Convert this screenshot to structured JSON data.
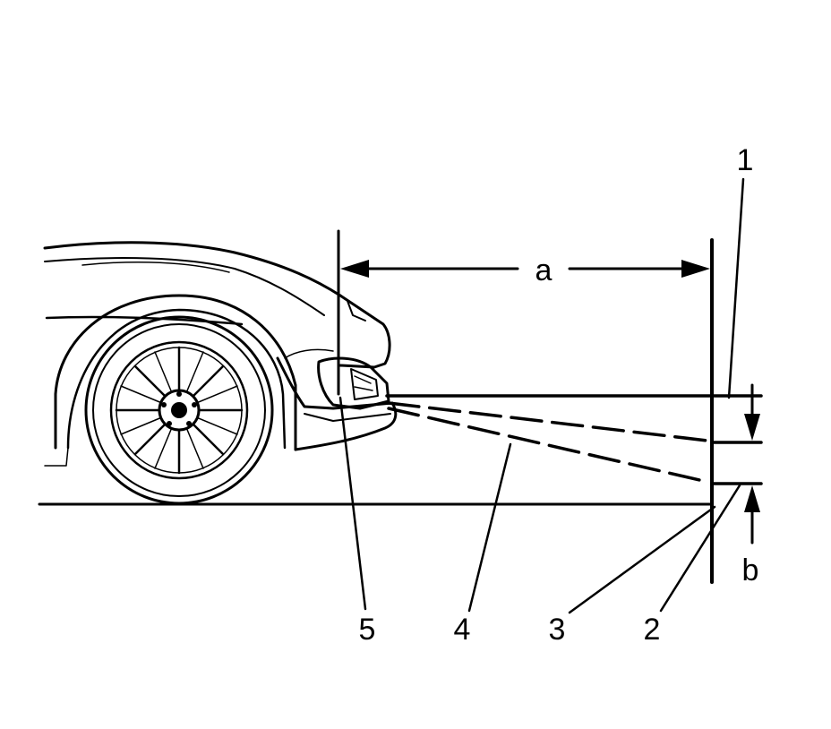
{
  "callouts": {
    "c1": "1",
    "c2": "2",
    "c3": "3",
    "c4": "4",
    "c5": "5"
  },
  "dimensions": {
    "a": "a",
    "b": "b"
  },
  "colors": {
    "ink": "#000000",
    "background": "#ffffff"
  }
}
